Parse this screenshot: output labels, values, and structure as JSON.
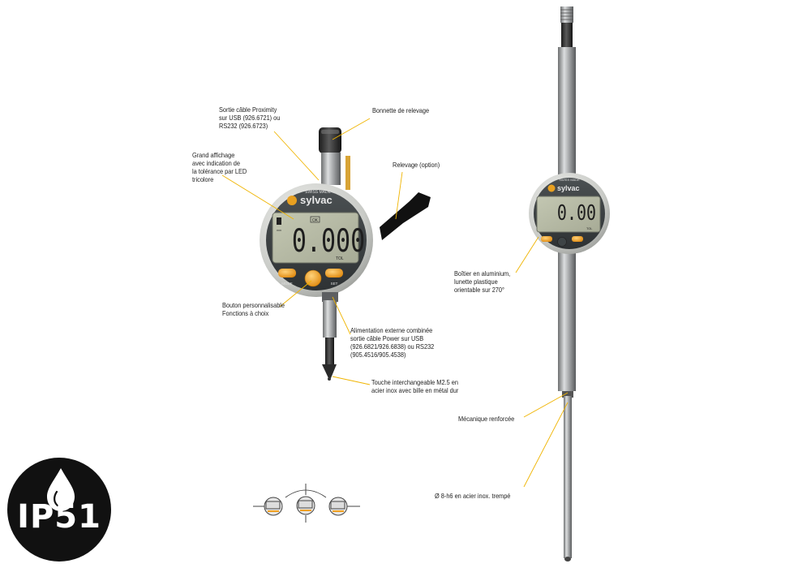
{
  "labels": {
    "cable_proximity": [
      "Sortie câble Proximity",
      "sur USB (926.6721) ou",
      "RS232 (926.6723)"
    ],
    "bonnette": [
      "Bonnette de relevage"
    ],
    "grand_affichage": [
      "Grand affichage",
      "avec indication de",
      "la tolérance par LED",
      "tricolore"
    ],
    "relevage": [
      "Relevage (option)"
    ],
    "bouton": [
      "Bouton personnalisable",
      "Fonctions à choix"
    ],
    "alimentation": [
      "Alimentation externe combinée",
      "sortie câble Power sur USB",
      "(926.6821/926.6838) ou RS232",
      "(905.4516/905.4538)"
    ],
    "touche": [
      "Touche interchangeable M2.5 en",
      "acier inox avec bille en métal dur"
    ],
    "boitier": [
      "Boîtier en aluminium,",
      "lunette plastique",
      "orientable sur 270°"
    ],
    "mecanique": [
      "Mécanique renforcée"
    ],
    "diametre": [
      "Ø 8-h6 en acier inox. trempé"
    ]
  },
  "gauge_small": {
    "swiss_made": "SWISS MADE",
    "brand": "sylvac",
    "reading": "0.000",
    "tol": "TOL",
    "ok": "OK",
    "btn_left": "MODE",
    "btn_right": "SET",
    "unit": "mm"
  },
  "gauge_large": {
    "swiss_made": "SWISS MADE",
    "brand": "sylvac",
    "reading": "0.00",
    "tol": "TOL"
  },
  "badge": {
    "text": "IP51"
  },
  "colors": {
    "accent": "#f0a020",
    "leader": "#f0b400",
    "badge": "#111111",
    "lcd": "#b5b9a4"
  }
}
